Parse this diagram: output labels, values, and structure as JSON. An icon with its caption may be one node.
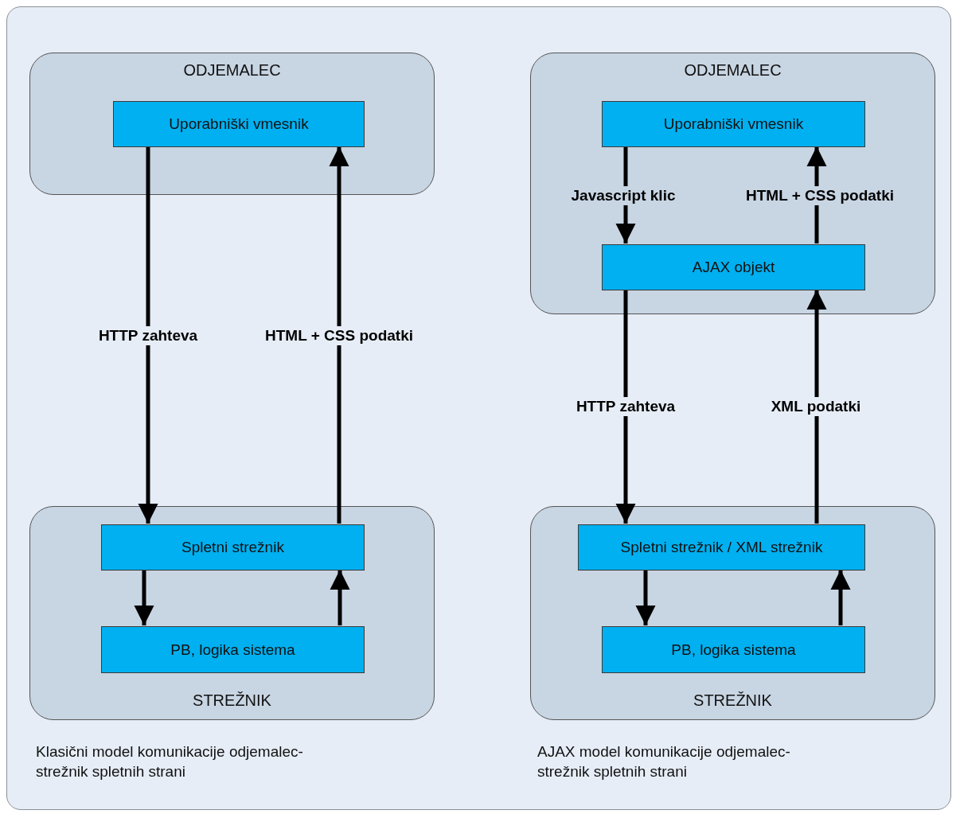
{
  "diagram": {
    "nodes": [
      {
        "text": [
          "ODJEMALEC"
        ]
      },
      {
        "text": [
          "Uporabniški vmesnik"
        ],
        "in": 0
      },
      {
        "text": [
          "STREŽNIK"
        ]
      },
      {
        "text": [
          "Spletni strežnik"
        ],
        "in": 2
      },
      {
        "text": [
          "PB, logika sistema"
        ],
        "in": 2
      },
      {
        "text": [
          "ODJEMALEC"
        ]
      },
      {
        "text": [
          "Uporabniški vmesnik"
        ],
        "in": 5
      },
      {
        "text": [
          "AJAX objekt"
        ],
        "in": 5
      },
      {
        "text": [
          "STREŽNIK"
        ]
      },
      {
        "text": [
          "Spletni strežnik / XML strežnik"
        ],
        "in": 8
      },
      {
        "text": [
          "PB, logika sistema"
        ],
        "in": 8
      }
    ],
    "edges": [
      {
        "from": 1,
        "to": 3,
        "arrow": "to",
        "label": "HTTP zahteva"
      },
      {
        "from": 3,
        "to": 1,
        "arrow": "to",
        "label": "HTML + CSS podatki"
      },
      {
        "from": 3,
        "to": 4,
        "arrow": "to"
      },
      {
        "from": 4,
        "to": 3,
        "arrow": "to"
      },
      {
        "from": 6,
        "to": 7,
        "arrow": "to",
        "label": "Javascript klic"
      },
      {
        "from": 7,
        "to": 6,
        "arrow": "to",
        "label": "HTML + CSS podatki"
      },
      {
        "from": 7,
        "to": 9,
        "arrow": "to",
        "label": "HTTP zahteva"
      },
      {
        "from": 9,
        "to": 7,
        "arrow": "to",
        "label": "XML podatki"
      },
      {
        "from": 9,
        "to": 10,
        "arrow": "to"
      },
      {
        "from": 10,
        "to": 9,
        "arrow": "to"
      }
    ],
    "labels": [
      "Klasični model komunikacije odjemalec-strežnik spletnih strani",
      "AJAX model komunikacije odjemalec-strežnik spletnih strani"
    ]
  }
}
